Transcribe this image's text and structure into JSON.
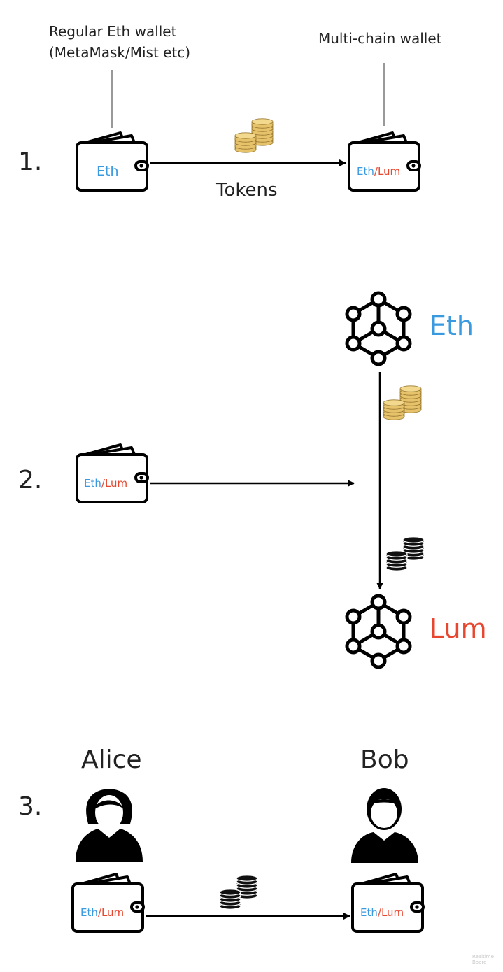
{
  "section1": {
    "step": "1.",
    "regular_wallet_caption_line1": "Regular Eth wallet",
    "regular_wallet_caption_line2": "(MetaMask/Mist etc)",
    "multichain_caption": "Multi-chain wallet",
    "regular_wallet_label": "Eth",
    "multichain_label_eth": "Eth",
    "multichain_label_sep": "/",
    "multichain_label_lum": "Lum",
    "arrow_label": "Tokens"
  },
  "section2": {
    "step": "2.",
    "wallet_label_eth": "Eth",
    "wallet_label_sep": "/",
    "wallet_label_lum": "Lum",
    "chain_top": "Eth",
    "chain_bottom": "Lum"
  },
  "section3": {
    "step": "3.",
    "sender_name": "Alice",
    "receiver_name": "Bob",
    "wallet_label_eth": "Eth",
    "wallet_label_sep": "/",
    "wallet_label_lum": "Lum"
  },
  "watermark": {
    "line1": "Realtime",
    "line2": "Board"
  },
  "colors": {
    "eth": "#3a9ae0",
    "lum": "#e8472f",
    "gold_coin": "#e6c26a",
    "black_coin": "#111111"
  }
}
